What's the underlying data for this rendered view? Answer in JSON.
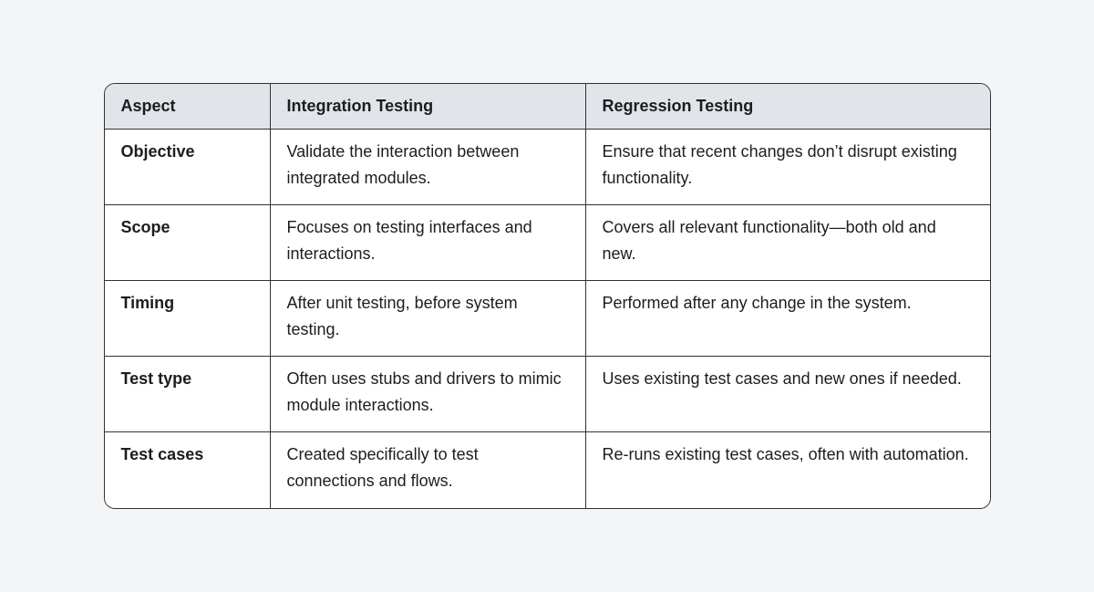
{
  "colors": {
    "page_background": "#f4f5f7",
    "table_background": "#ffffff",
    "header_background": "#e1e4e8",
    "border": "#2f3337",
    "text": "#1b1d21"
  },
  "table": {
    "headers": [
      "Aspect",
      "Integration Testing",
      "Regression Testing"
    ],
    "rows": [
      {
        "aspect": "Objective",
        "integration": "Validate the interaction between integrated modules.",
        "regression": "Ensure that recent changes don’t disrupt existing functionality."
      },
      {
        "aspect": "Scope",
        "integration": "Focuses on testing interfaces and interactions.",
        "regression": "Covers all relevant functionality—both old and new."
      },
      {
        "aspect": "Timing",
        "integration": "After unit testing, before system testing.",
        "regression": "Performed after any change in the system."
      },
      {
        "aspect": "Test type",
        "integration": "Often uses stubs and drivers to mimic module interactions.",
        "regression": "Uses existing test cases and new ones if needed."
      },
      {
        "aspect": "Test cases",
        "integration": "Created specifically to test connections and flows.",
        "regression": "Re-runs existing test cases, often with automation."
      }
    ]
  }
}
